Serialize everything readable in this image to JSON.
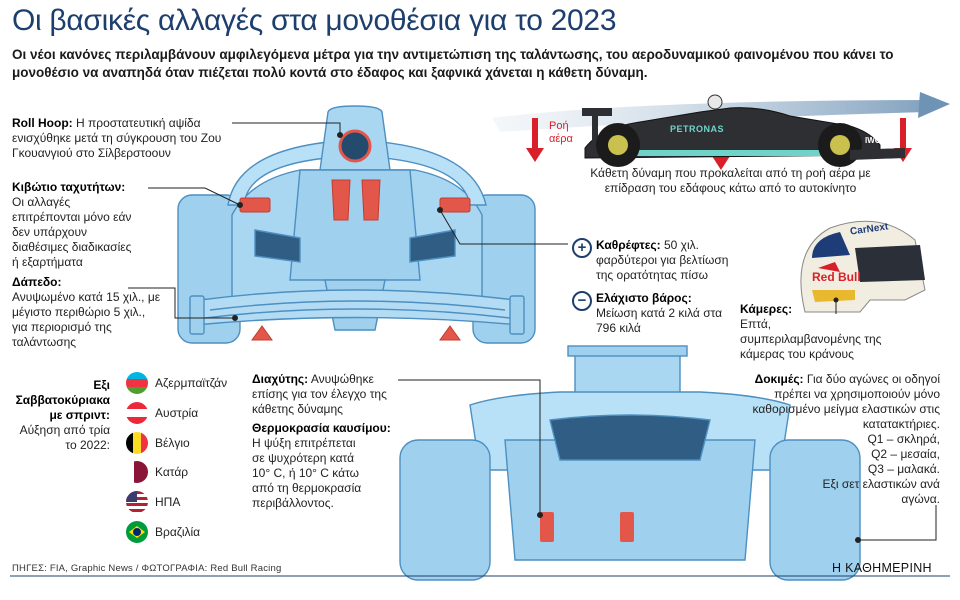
{
  "title": "Οι βασικές αλλαγές στα μονοθέσια για το 2023",
  "subtitle": "Οι νέοι κανόνες περιλαμβάνουν αμφιλεγόμενα μέτρα για την αντιμετώπιση της ταλάντωσης, του αεροδυναμικού φαινομένου που κάνει το μονοθέσιο να αναπηδά όταν πιέζεται πολύ κοντά στο έδαφος και ξαφνικά χάνεται η κάθετη δύναμη.",
  "roll_hoop": {
    "heading": "Roll Hoop:",
    "text": " Η προστατευτική αψίδα ενισχύθηκε μετά τη σύγκρουση του Ζου Γκουανγιού στο Σίλβερστοουν"
  },
  "gearbox": {
    "heading": "Κιβώτιο ταχυτήτων:",
    "text": "Οι αλλαγές επιτρέπονται μόνο εάν δεν υπάρχουν διαθέσιμες διαδικασίες ή εξαρτήματα"
  },
  "floor": {
    "heading": "Δάπεδο:",
    "text": "Ανυψωμένο κατά 15 χιλ., με μέγιστο περιθώριο 5 χιλ., για περιορισμό της ταλάντωσης"
  },
  "airflow": {
    "label": "Ροή αέρα",
    "caption": "Κάθετη δύναμη που προκαλείται από τη ροή αέρα με επίδραση του εδάφους κάτω από το αυτοκίνητο"
  },
  "car_livery": {
    "brand": "PETRONAS",
    "sponsor": "IWC"
  },
  "mirrors": {
    "sign": "+",
    "heading": "Καθρέφτες:",
    "text": " 50 χιλ. φαρδύτεροι για βελτίωση της ορατότητας πίσω"
  },
  "min_weight": {
    "sign": "−",
    "heading": "Ελάχιστο βάρος:",
    "text": "Μείωση κατά 2 κιλά στα 796 κιλά"
  },
  "helmet": {
    "top_text": "CarNext",
    "logo_text": "Red Bull"
  },
  "cameras": {
    "heading": "Κάμερες:",
    "text": "Επτά, συμπεριλαμβανομένης της κάμερας του κράνους"
  },
  "sprint": {
    "heading": "Εξι Σαββατοκύριακα με σπριντ:",
    "text": "Αύξηση από τρία το 2022:"
  },
  "countries": [
    "Αζερμπαϊτζάν",
    "Αυστρία",
    "Βέλγιο",
    "Κατάρ",
    "ΗΠΑ",
    "Βραζιλία"
  ],
  "diffuser": {
    "heading": "Διαχύτης:",
    "text": " Ανυψώθηκε επίσης για τον έλεγχο της κάθετης δύναμης"
  },
  "blanket_temp": {
    "heading": "Θερμοκρασία καυσίμου:",
    "text": "Η ψύξη επιτρέπεται σε ψυχρότερη κατά 10° C, ή 10° C κάτω από τη θερμοκρασία περιβάλλοντος."
  },
  "tests": {
    "heading": "Δοκιμές:",
    "text": " Για δύο αγώνες οι οδηγοί πρέπει να χρησιμοποιούν μόνο καθορισμένο μείγμα ελαστικών στις κατατακτήριες.",
    "items": [
      "Q1 – σκληρά,",
      "Q2 – μεσαία,",
      "Q3 – μαλακά."
    ],
    "footer": "Εξι σετ ελαστικών ανά αγώνα."
  },
  "source": "ΠΗΓΕΣ: FIA, Graphic News / ΦΩΤΟΓΡΑΦΙΑ: Red Bull Racing",
  "publisher": "Η ΚΑΘΗΜΕΡΙΝΗ",
  "colors": {
    "title": "#1e3f6e",
    "car_body": "#9fd1ef",
    "car_outline": "#4d8fc0",
    "highlight": "#e2574a",
    "arrow_red": "#d9202a"
  },
  "icons": {
    "flag_azerbaijan": "flag-icon",
    "plus_sign": "plus-icon",
    "minus_sign": "minus-icon"
  }
}
